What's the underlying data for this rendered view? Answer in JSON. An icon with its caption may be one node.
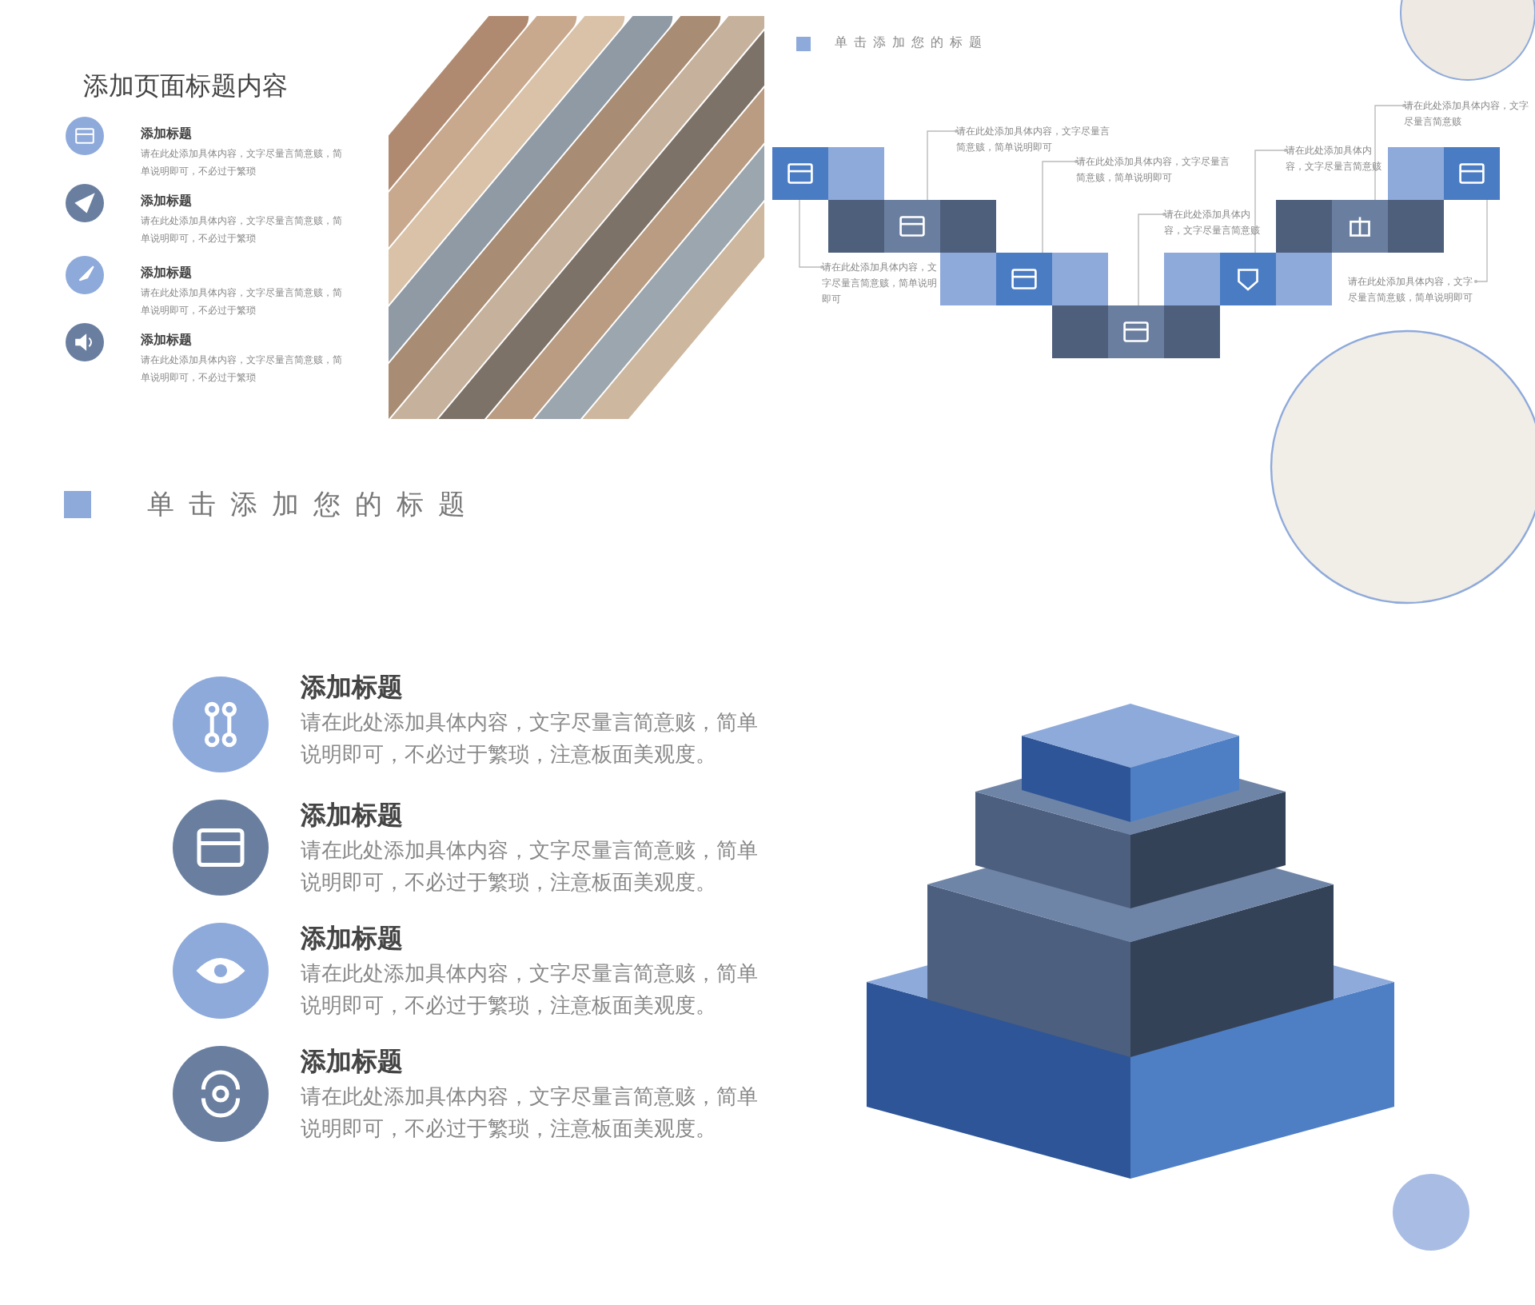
{
  "diagram": {
    "nodes": [
      {
        "text": [
          "添加标题",
          "请在此处添加具体内容，文字尽量言简意赅，简单说明即可，不必过于繁琐"
        ]
      },
      {
        "text": [
          "添加标题",
          "请在此处添加具体内容，文字尽量言简意赅，简单说明即可，不必过于繁琐"
        ]
      },
      {
        "text": [
          "添加标题",
          "请在此处添加具体内容，文字尽量言简意赅，简单说明即可，不必过于繁琐"
        ]
      },
      {
        "text": [
          "添加标题",
          "请在此处添加具体内容，文字尽量言简意赅，简单说明即可，不必过于繁琐"
        ]
      },
      {
        "text": [],
        "shape": "box"
      },
      {
        "text": [],
        "shape": "box"
      },
      {
        "text": [],
        "shape": "box"
      },
      {
        "text": [],
        "shape": "box"
      },
      {
        "text": [],
        "shape": "box"
      },
      {
        "text": [],
        "shape": "box"
      },
      {
        "text": [],
        "shape": "box"
      },
      {
        "text": [
          "请在此处添加具体内容，文字尽量言简意赅，简单说明即可"
        ]
      },
      {
        "text": [
          "请在此处添加具体内容，文字尽量言简意赅，简单说明即可"
        ]
      },
      {
        "text": [
          "请在此处添加具体内容，文字尽量言简意赅，简单说明即可"
        ]
      },
      {
        "text": [
          "请在此处添加具体内容，文字尽量言简意赅"
        ]
      },
      {
        "text": [
          "请在此处添加具体内容，文字尽量言简意赅"
        ]
      },
      {
        "text": [
          "请在此处添加具体内容，文字尽量言简意赅，简单说明即可"
        ]
      },
      {
        "text": [
          "请在此处添加具体内容，文字尽量言简意赅"
        ]
      },
      {
        "text": [
          "添加标题",
          "请在此处添加具体内容，文字尽量言简意赅，简单说明即可，不必过于繁琐，注意板面美观度。"
        ]
      },
      {
        "text": [
          "添加标题",
          "请在此处添加具体内容，文字尽量言简意赅，简单说明即可，不必过于繁琐，注意板面美观度。"
        ]
      },
      {
        "text": [
          "添加标题",
          "请在此处添加具体内容，文字尽量言简意赅，简单说明即可，不必过于繁琐，注意板面美观度。"
        ]
      },
      {
        "text": [
          "添加标题",
          "请在此处添加具体内容，文字尽量言简意赅，简单说明即可，不必过于繁琐，注意板面美观度。"
        ]
      }
    ],
    "edges": [
      {
        "from": 11,
        "to": 4,
        "arrow": "other"
      },
      {
        "from": 12,
        "to": 5,
        "arrow": "other"
      },
      {
        "from": 13,
        "to": 6,
        "arrow": "other"
      },
      {
        "from": 14,
        "to": 7,
        "arrow": "other"
      },
      {
        "from": 15,
        "to": 8,
        "arrow": "other"
      },
      {
        "from": 16,
        "to": 10,
        "arrow": "other"
      },
      {
        "from": 17,
        "to": 9,
        "arrow": "other"
      }
    ],
    "labels": [
      "添加页面标题内容",
      "单击添加您的标题",
      "单击添加您的标题"
    ]
  }
}
